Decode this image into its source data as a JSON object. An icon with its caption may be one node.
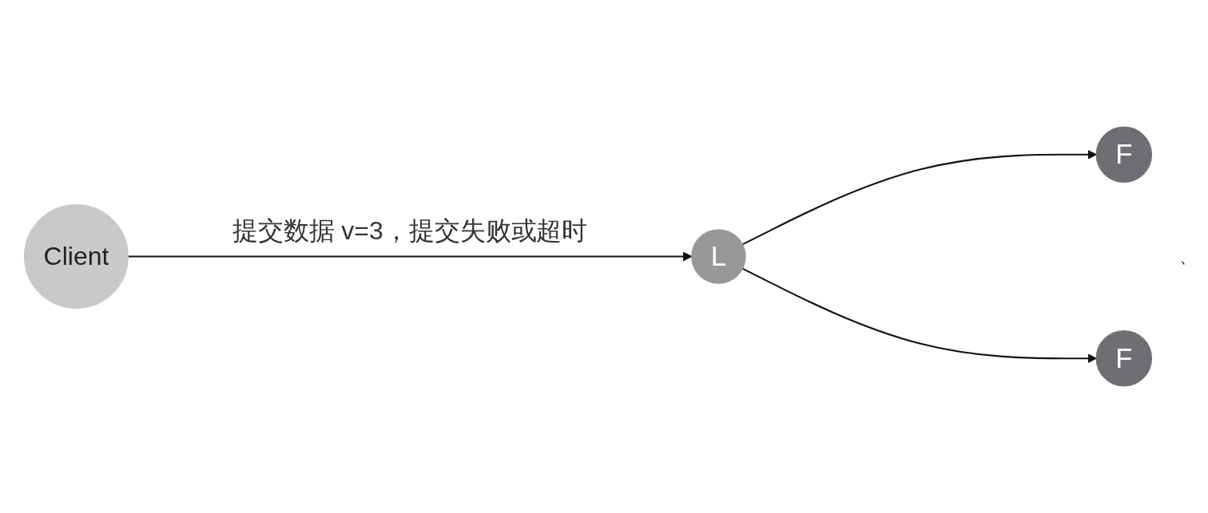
{
  "diagram": {
    "nodes": [
      {
        "text": [
          "Client"
        ]
      },
      {
        "text": [
          "L"
        ]
      },
      {
        "text": [
          "F"
        ]
      },
      {
        "text": [
          "F"
        ]
      }
    ],
    "edges": [
      {
        "from": 0,
        "to": 1,
        "arrow": "to",
        "label": "提交数据 v=3，提交失败或超时"
      },
      {
        "from": 1,
        "to": 2,
        "arrow": "to"
      },
      {
        "from": 1,
        "to": 3,
        "arrow": "to"
      }
    ],
    "labels": [
      "、"
    ]
  }
}
